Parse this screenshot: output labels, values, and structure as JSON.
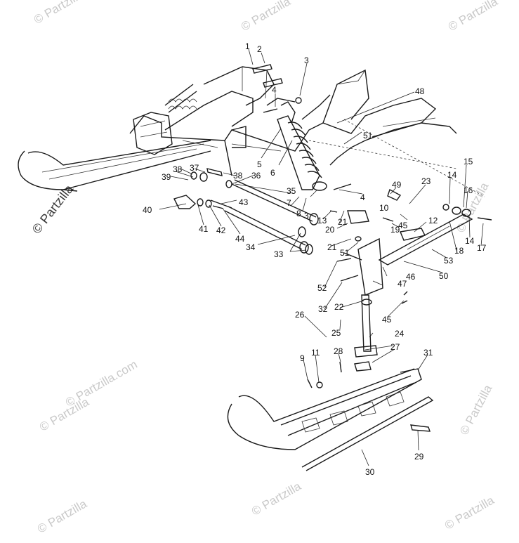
{
  "watermark": {
    "text": "© Partzilla",
    "text_com": "© Partzilla.com"
  },
  "callouts": [
    "1",
    "2",
    "3",
    "4",
    "5",
    "6",
    "7",
    "8",
    "3",
    "4",
    "9",
    "10",
    "11",
    "12",
    "13",
    "14",
    "14",
    "15",
    "16",
    "17",
    "18",
    "19",
    "20",
    "21",
    "21",
    "22",
    "23",
    "24",
    "25",
    "26",
    "27",
    "28",
    "29",
    "30",
    "31",
    "32",
    "33",
    "34",
    "35",
    "36",
    "37",
    "38",
    "38",
    "39",
    "40",
    "41",
    "42",
    "43",
    "44",
    "45",
    "45",
    "46",
    "47",
    "48",
    "49",
    "50",
    "51",
    "51",
    "52",
    "53"
  ]
}
